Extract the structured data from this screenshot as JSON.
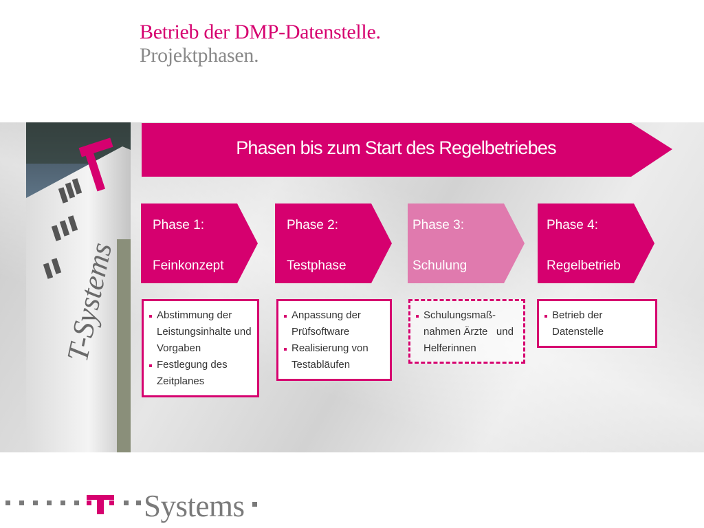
{
  "title": {
    "line1": "Betrieb der DMP-Datenstelle.",
    "line2": "Projektphasen."
  },
  "banner": {
    "text": "Phasen bis zum Start des Regelbetriebes",
    "color": "#d6006f"
  },
  "photo": {
    "label": "T-Systems"
  },
  "phases": [
    {
      "number": "Phase 1:",
      "name": "Feinkonzept",
      "color": "#d6006f",
      "items": [
        "Abstimmung der Leistungsinhalte und Vorgaben",
        "Festlegung des Zeitplanes"
      ]
    },
    {
      "number": "Phase 2:",
      "name": "Testphase",
      "color": "#d6006f",
      "items": [
        "Anpassung der Prüfsoftware",
        "Realisierung von Testabläufen"
      ]
    },
    {
      "number": "Phase 3:",
      "name": "Schulung",
      "color": "#e07aae",
      "items": [
        "Schulungsmaß- nahmen Ärzte   und Helferinnen"
      ]
    },
    {
      "number": "Phase 4:",
      "name": "Regelbetrieb",
      "color": "#d6006f",
      "items": [
        "Betrieb der Datenstelle"
      ]
    }
  ],
  "logo": {
    "text": "Systems",
    "brand_color": "#d6006f",
    "icon": "t-logo-icon"
  }
}
